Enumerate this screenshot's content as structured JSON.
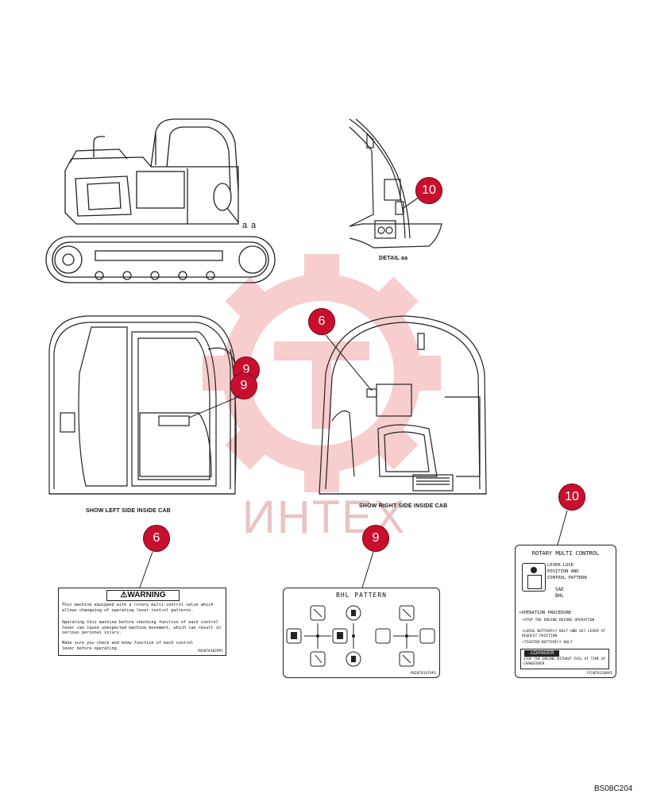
{
  "watermark": {
    "text": "ИНТЕХ"
  },
  "top_left": {
    "label_a": "a",
    "label_b": "a"
  },
  "detail": {
    "caption": "DETAIL aa",
    "callout": "10"
  },
  "cab_left": {
    "caption": "SHOW LEFT SIDE INSIDE CAB",
    "callout_back": "9",
    "callout_front": "9"
  },
  "cab_right": {
    "caption": "SHOW RIGHT SIDE INSIDE CAB",
    "callout": "6"
  },
  "decal_6": {
    "callout": "6",
    "header": "WARNING",
    "para1": "This machine equipped with a rotary multi-control valve which allows changeing of operating lever control patterns.",
    "para2": "Operating this machine before checking function of each control lever can cause unexpected machine movement, which can result in serious personal injury.",
    "para3": "Make sure you check and know function of each control lever before operating.",
    "code": "YN20T01029P1"
  },
  "decal_9": {
    "callout": "9",
    "header": "BHL PATTERN",
    "code": "YN20T01479P1"
  },
  "decal_10": {
    "callout": "10",
    "header": "ROTARY MULTI CONTROL",
    "line1": "LEVER-LOCK",
    "line2": "POSITION AND",
    "line3": "CONTROL PATTERN",
    "sae": "SAE",
    "bhl": "BHL",
    "op_title": "•OPERATION PROCEDURE",
    "step1": "•STOP THE ENGINE BEFORE OPERATION",
    "step2": "•LOOSE BUTTERFLY BOLT AND SET LEVER AT REQUEST POSITION",
    "step3": "•TIGHTEN BUTTERFLY BOLT",
    "danger": "DANGER",
    "danger_text": "STOP THE ENGINE WITHOUT FAIL AT TIME OF CHANGEOVER",
    "code": "YY20T01208P1"
  },
  "footer": {
    "code": "BS08C204"
  },
  "colors": {
    "callout": "#c8102e",
    "watermark": "#e9c4c4",
    "ink": "#111111"
  }
}
